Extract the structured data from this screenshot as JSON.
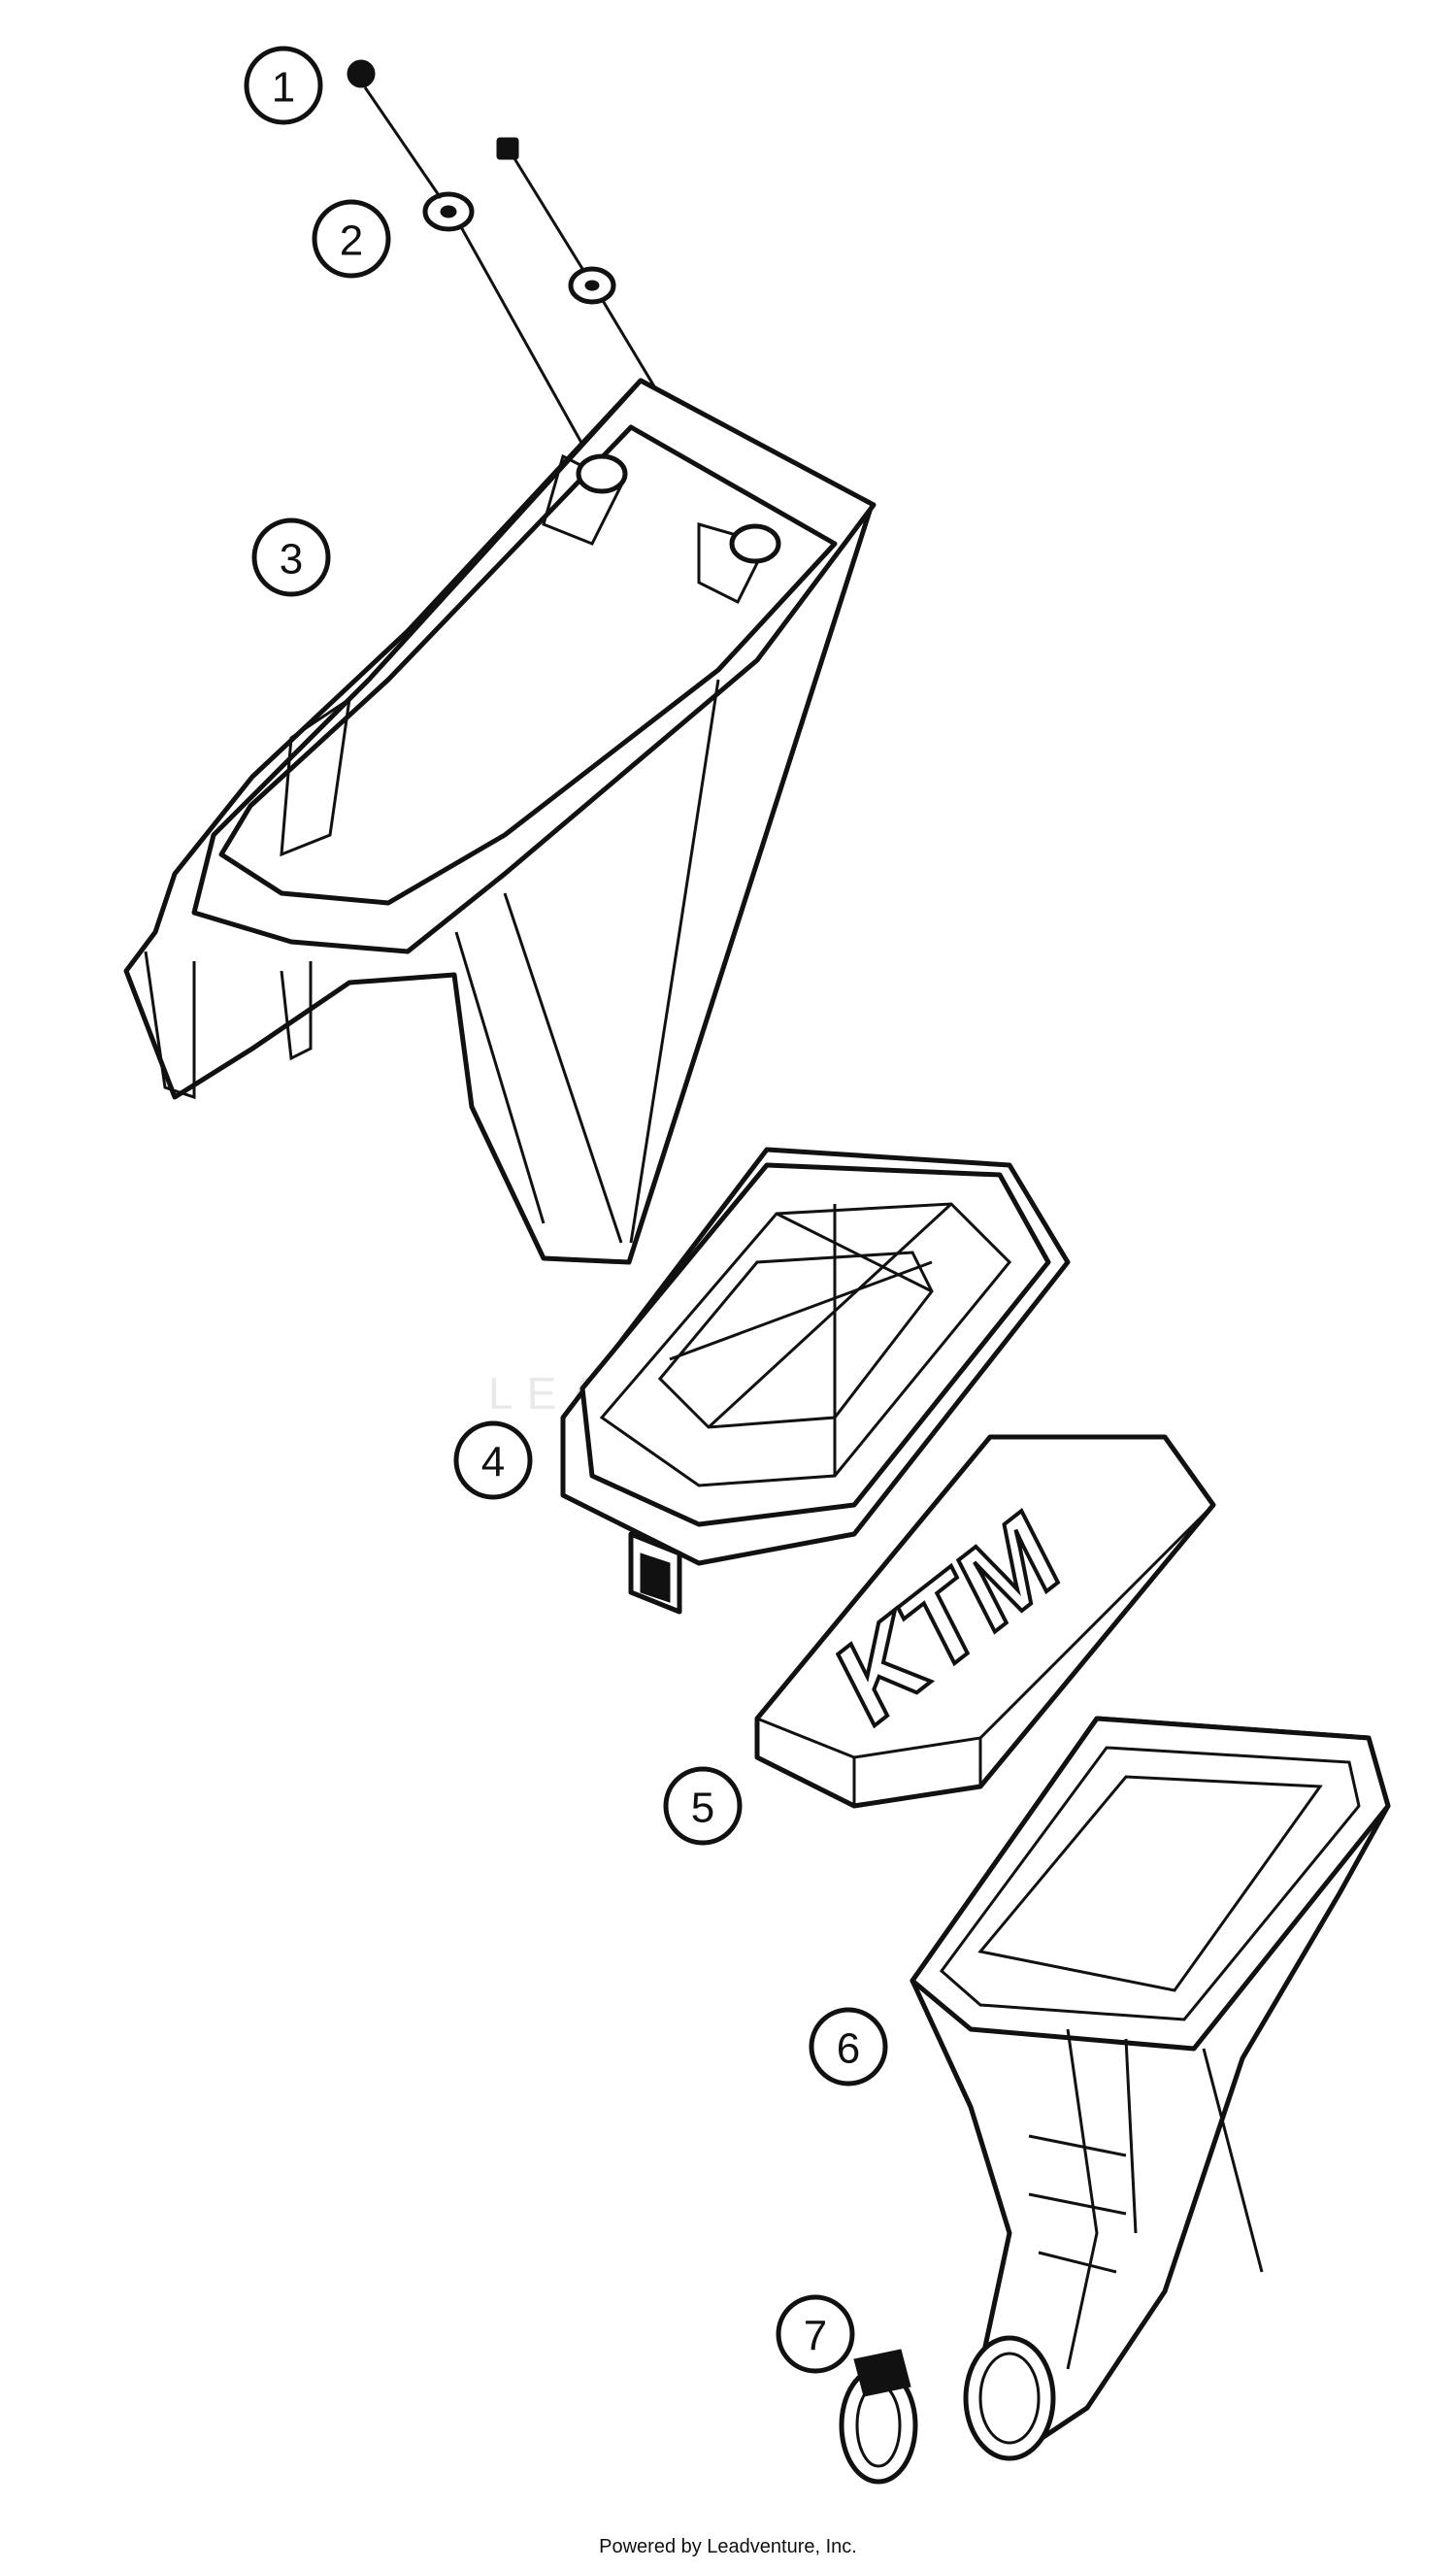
{
  "diagram": {
    "callouts": [
      {
        "number": "1",
        "part": "screw"
      },
      {
        "number": "2",
        "part": "washer"
      },
      {
        "number": "3",
        "part": "air-filter-box"
      },
      {
        "number": "4",
        "part": "filter-cage"
      },
      {
        "number": "5",
        "part": "air-filter"
      },
      {
        "number": "6",
        "part": "intake-boot"
      },
      {
        "number": "7",
        "part": "hose-clamp"
      }
    ],
    "filter_logo": "KTM",
    "watermark": "LEADVENTURE",
    "footer": "Powered by Leadventure, Inc."
  }
}
